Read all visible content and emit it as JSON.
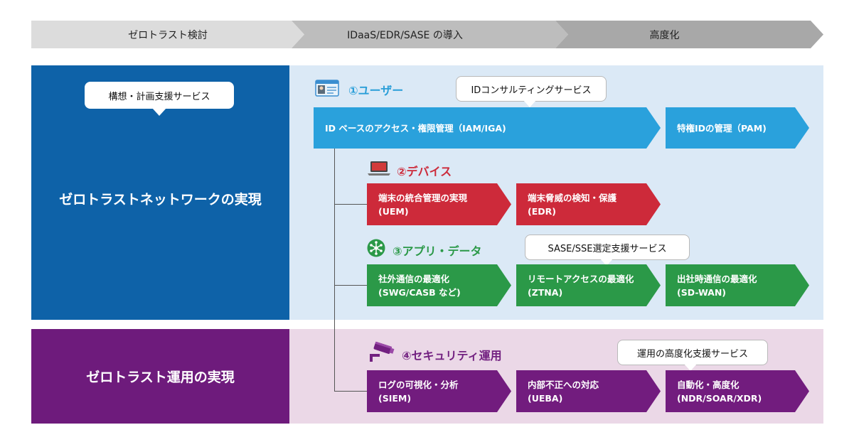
{
  "phases": [
    "ゼロトラスト検討",
    "IDaaS/EDR/SASE の導入",
    "高度化"
  ],
  "panels": {
    "network_title": "ゼロトラストネットワークの実現",
    "operation_title": "ゼロトラスト運用の実現",
    "planning_callout": "構想・計画支援サービス"
  },
  "categories": {
    "user": "①ユーザー",
    "device": "②デバイス",
    "app": "③アプリ・データ",
    "security": "④セキュリティ運用"
  },
  "callouts": {
    "id_consulting": "IDコンサルティングサービス",
    "sase_selection": "SASE/SSE選定支援サービス",
    "ops_advanced": "運用の高度化支援サービス"
  },
  "boxes": {
    "iam": {
      "title": "ID ベースのアクセス・権限管理（IAM/IGA)"
    },
    "pam": {
      "title": "特権IDの管理（PAM)"
    },
    "uem": {
      "title": "端末の統合管理の実現",
      "sub": "(UEM)"
    },
    "edr": {
      "title": "端末脅威の検知・保護",
      "sub": "(EDR)"
    },
    "swg": {
      "title": "社外通信の最適化",
      "sub": "(SWG/CASB など)"
    },
    "ztna": {
      "title": "リモートアクセスの最適化",
      "sub": "(ZTNA)"
    },
    "sdwan": {
      "title": "出社時通信の最適化",
      "sub": "(SD-WAN)"
    },
    "siem": {
      "title": "ログの可視化・分析",
      "sub": "(SIEM)"
    },
    "ueba": {
      "title": "内部不正への対応",
      "sub": "(UEBA)"
    },
    "ndr": {
      "title": "自動化・高度化",
      "sub": "(NDR/SOAR/XDR)"
    }
  },
  "colors": {
    "blue_panel": "#0e62a8",
    "purple_panel": "#6e1b7c",
    "user": "#2aa1dc",
    "device": "#cd2a3a",
    "app": "#2b9948",
    "security": "#721c7e"
  },
  "icons": [
    "id-card-icon",
    "laptop-icon",
    "network-hub-icon",
    "cctv-camera-icon"
  ]
}
